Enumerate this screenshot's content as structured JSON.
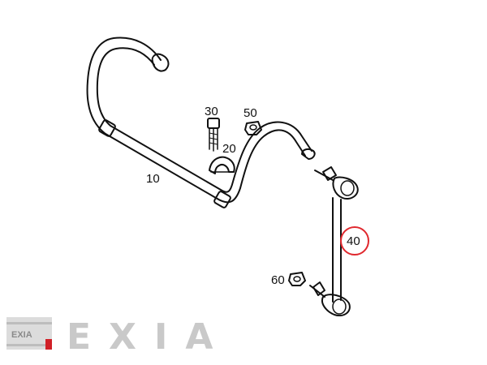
{
  "diagram": {
    "callouts": [
      {
        "id": "10",
        "label": "10",
        "highlighted": false
      },
      {
        "id": "20",
        "label": "20",
        "highlighted": false
      },
      {
        "id": "30",
        "label": "30",
        "highlighted": false
      },
      {
        "id": "40",
        "label": "40",
        "highlighted": true
      },
      {
        "id": "50",
        "label": "50",
        "highlighted": false
      },
      {
        "id": "60",
        "label": "60",
        "highlighted": false
      }
    ],
    "highlight_color": "#e0282e",
    "line_color": "#111111"
  },
  "watermark": {
    "text": "EXIA",
    "badge_text": "EXIA",
    "color": "#c9c9c9",
    "accent_color": "#d02027"
  }
}
